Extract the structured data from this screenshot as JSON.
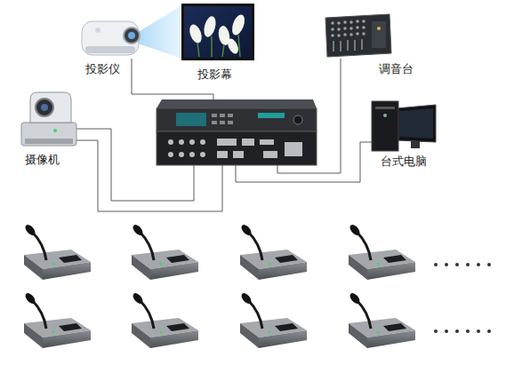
{
  "diagram": {
    "nodes": [
      {
        "text": [
          "投影仪"
        ]
      },
      {
        "text": [
          "投影幕"
        ]
      },
      {
        "text": [
          "调音台"
        ]
      },
      {
        "text": [
          "摄像机"
        ]
      },
      {
        "text": [
          "台式电脑"
        ]
      }
    ]
  }
}
